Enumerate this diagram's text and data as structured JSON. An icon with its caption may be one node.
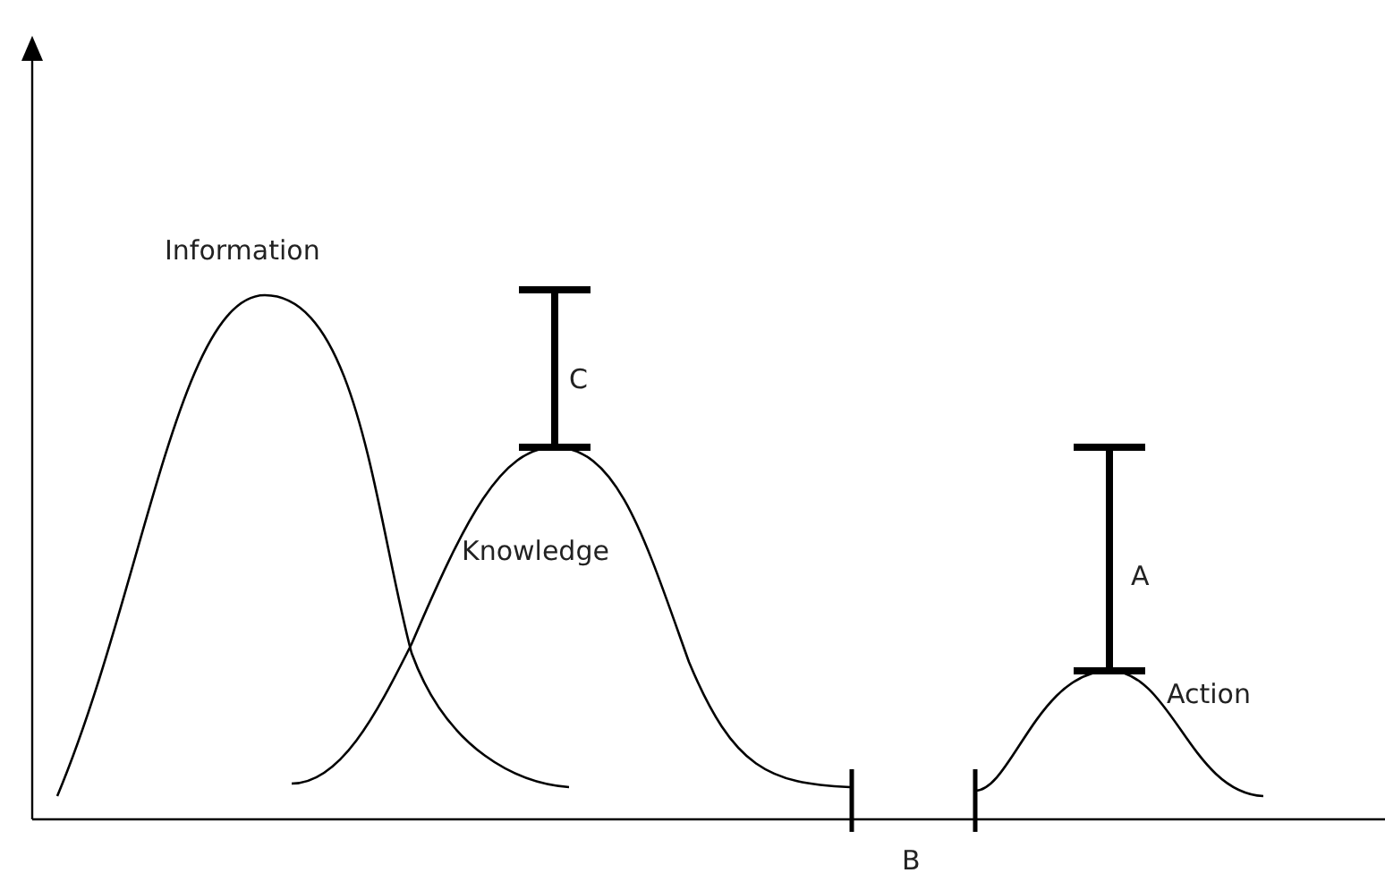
{
  "diagram": {
    "labels": [
      "Information",
      "C",
      "Knowledge",
      "A",
      "Action",
      "B"
    ]
  }
}
